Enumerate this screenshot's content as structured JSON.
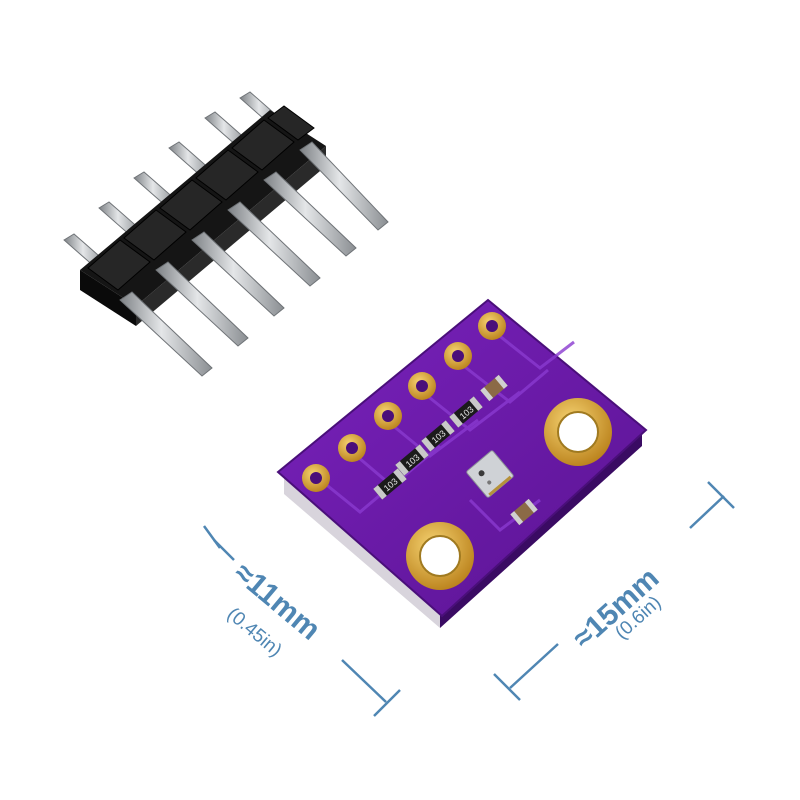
{
  "dimensions": {
    "width": {
      "main": "≈11mm",
      "sub": "(0.45in)"
    },
    "length": {
      "main": "≈15mm",
      "sub": "(0.6in)"
    }
  },
  "components": {
    "resistor_marking": "103"
  },
  "colors": {
    "pcb": "#6a1aa6",
    "pcb_dark": "#4a0f7a",
    "gold": "#d9a62a",
    "dimension_blue": "#4f86b3",
    "pin_housing": "#1e1e1e",
    "pin_metal": "#b9bcc0"
  }
}
